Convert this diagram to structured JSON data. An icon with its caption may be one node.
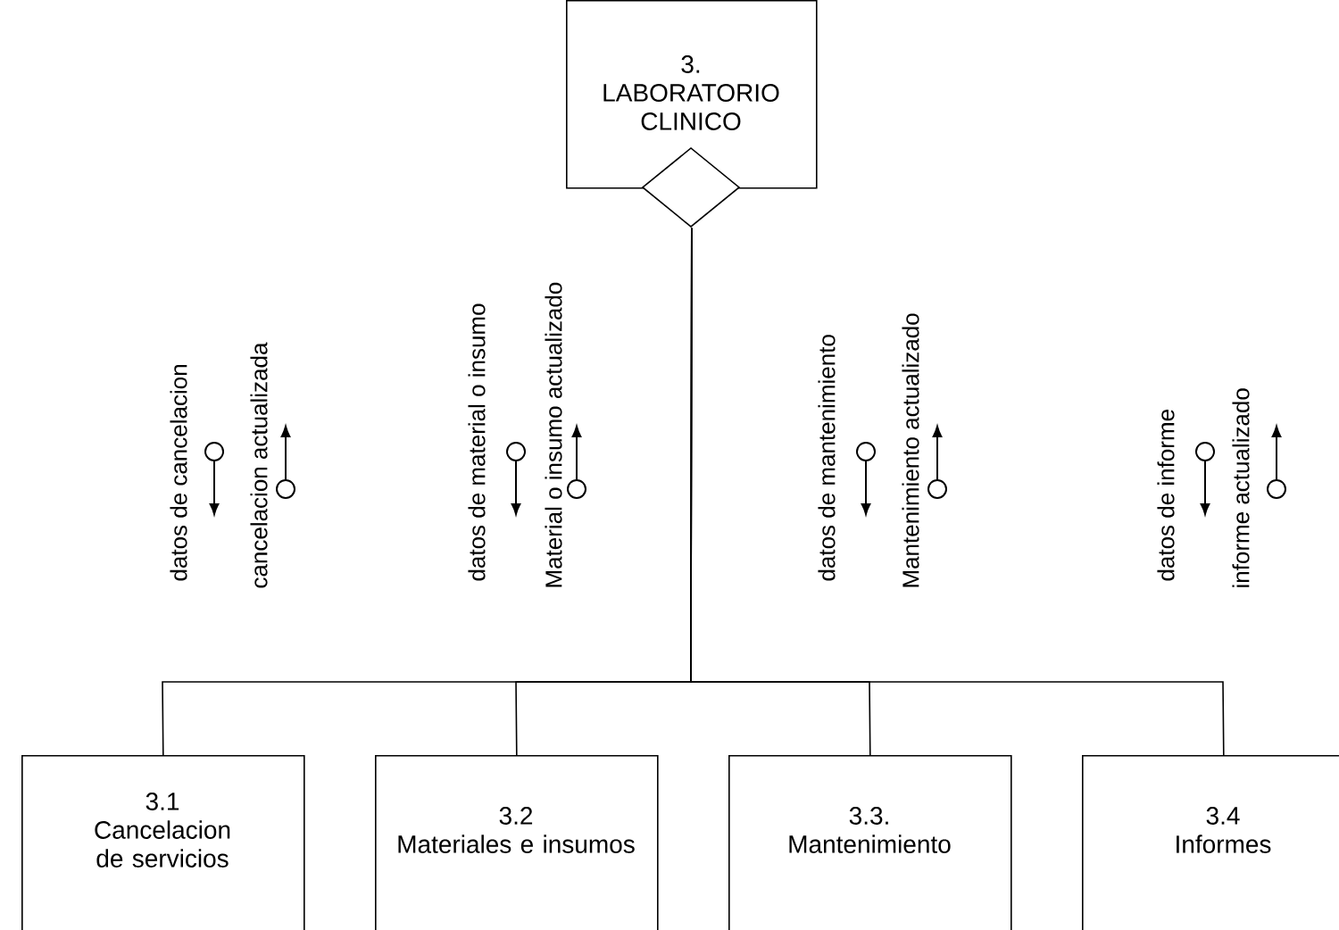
{
  "diagram": {
    "nodes": [
      {
        "text": [
          "3.",
          "LABORATORIO CLINICO"
        ]
      },
      {
        "text": [
          "3.1",
          "Cancelacion de servicios"
        ]
      },
      {
        "text": [
          "3.2",
          "Materiales e insumos"
        ]
      },
      {
        "text": [
          "3.3.",
          "Mantenimiento"
        ]
      },
      {
        "text": [
          "3.4",
          "Informes"
        ]
      }
    ],
    "edges": [
      {
        "from": 0,
        "to": 1,
        "arrow": "none"
      },
      {
        "from": 0,
        "to": 2,
        "arrow": "none"
      },
      {
        "from": 0,
        "to": 3,
        "arrow": "none"
      },
      {
        "from": 0,
        "to": 4,
        "arrow": "none"
      }
    ],
    "labels": [
      "datos de cancelacion",
      "cancelacion actualizada",
      "datos de material o insumo",
      "Material o insumo actualizado",
      "datos de mantenimiento",
      "Mantenimiento actualizado",
      "datos de informe",
      "informe actualizado"
    ]
  }
}
